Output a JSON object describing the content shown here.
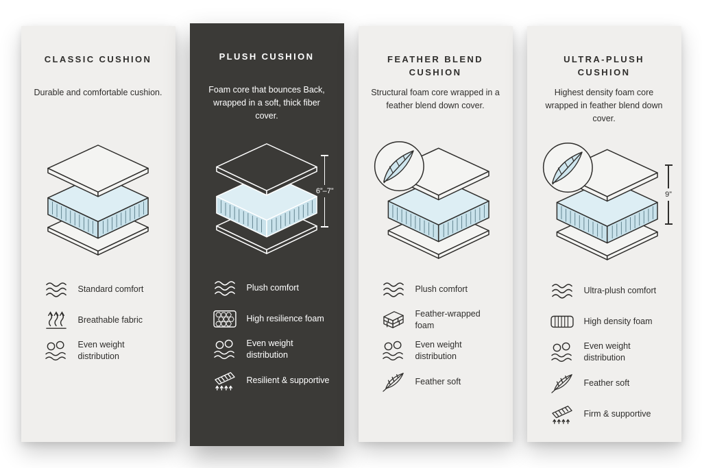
{
  "cards": [
    {
      "title": "CLASSIC CUSHION",
      "description": "Durable and comfortable cushion.",
      "features": [
        {
          "icon": "waves-icon",
          "label": "Standard comfort"
        },
        {
          "icon": "breathable-icon",
          "label": "Breathable fabric"
        },
        {
          "icon": "weight-distribution-icon",
          "label": "Even weight distribution"
        }
      ]
    },
    {
      "title": "PLUSH CUSHION",
      "description": "Foam core that bounces Back, wrapped in a soft, thick fiber cover.",
      "height": "6”–7”",
      "features": [
        {
          "icon": "waves-icon",
          "label": "Plush comfort"
        },
        {
          "icon": "honeycomb-foam-icon",
          "label": "High resilience foam"
        },
        {
          "icon": "weight-distribution-icon",
          "label": "Even weight distribution"
        },
        {
          "icon": "supportive-icon",
          "label": "Resilient & supportive"
        }
      ]
    },
    {
      "title": "FEATHER BLEND CUSHION",
      "description": "Structural foam core wrapped in a feather blend down cover.",
      "features": [
        {
          "icon": "waves-icon",
          "label": "Plush comfort"
        },
        {
          "icon": "foam-layers-icon",
          "label": "Feather-wrapped foam"
        },
        {
          "icon": "weight-distribution-icon",
          "label": "Even weight distribution"
        },
        {
          "icon": "feather-icon",
          "label": "Feather soft"
        }
      ]
    },
    {
      "title": "ULTRA-PLUSH CUSHION",
      "description": "Highest density foam core wrapped in feather blend down cover.",
      "height": "9”",
      "features": [
        {
          "icon": "waves-icon",
          "label": "Ultra-plush comfort"
        },
        {
          "icon": "density-foam-icon",
          "label": "High density foam"
        },
        {
          "icon": "weight-distribution-icon",
          "label": "Even weight distribution"
        },
        {
          "icon": "feather-icon",
          "label": "Feather soft"
        },
        {
          "icon": "supportive-icon",
          "label": "Firm & supportive"
        }
      ]
    }
  ],
  "colors": {
    "card_light": "#f0efed",
    "card_dark": "#3b3a37",
    "foam_top": "#ddeef4",
    "foam_side": "#c9e2eb",
    "ink": "#2f2e2c"
  }
}
